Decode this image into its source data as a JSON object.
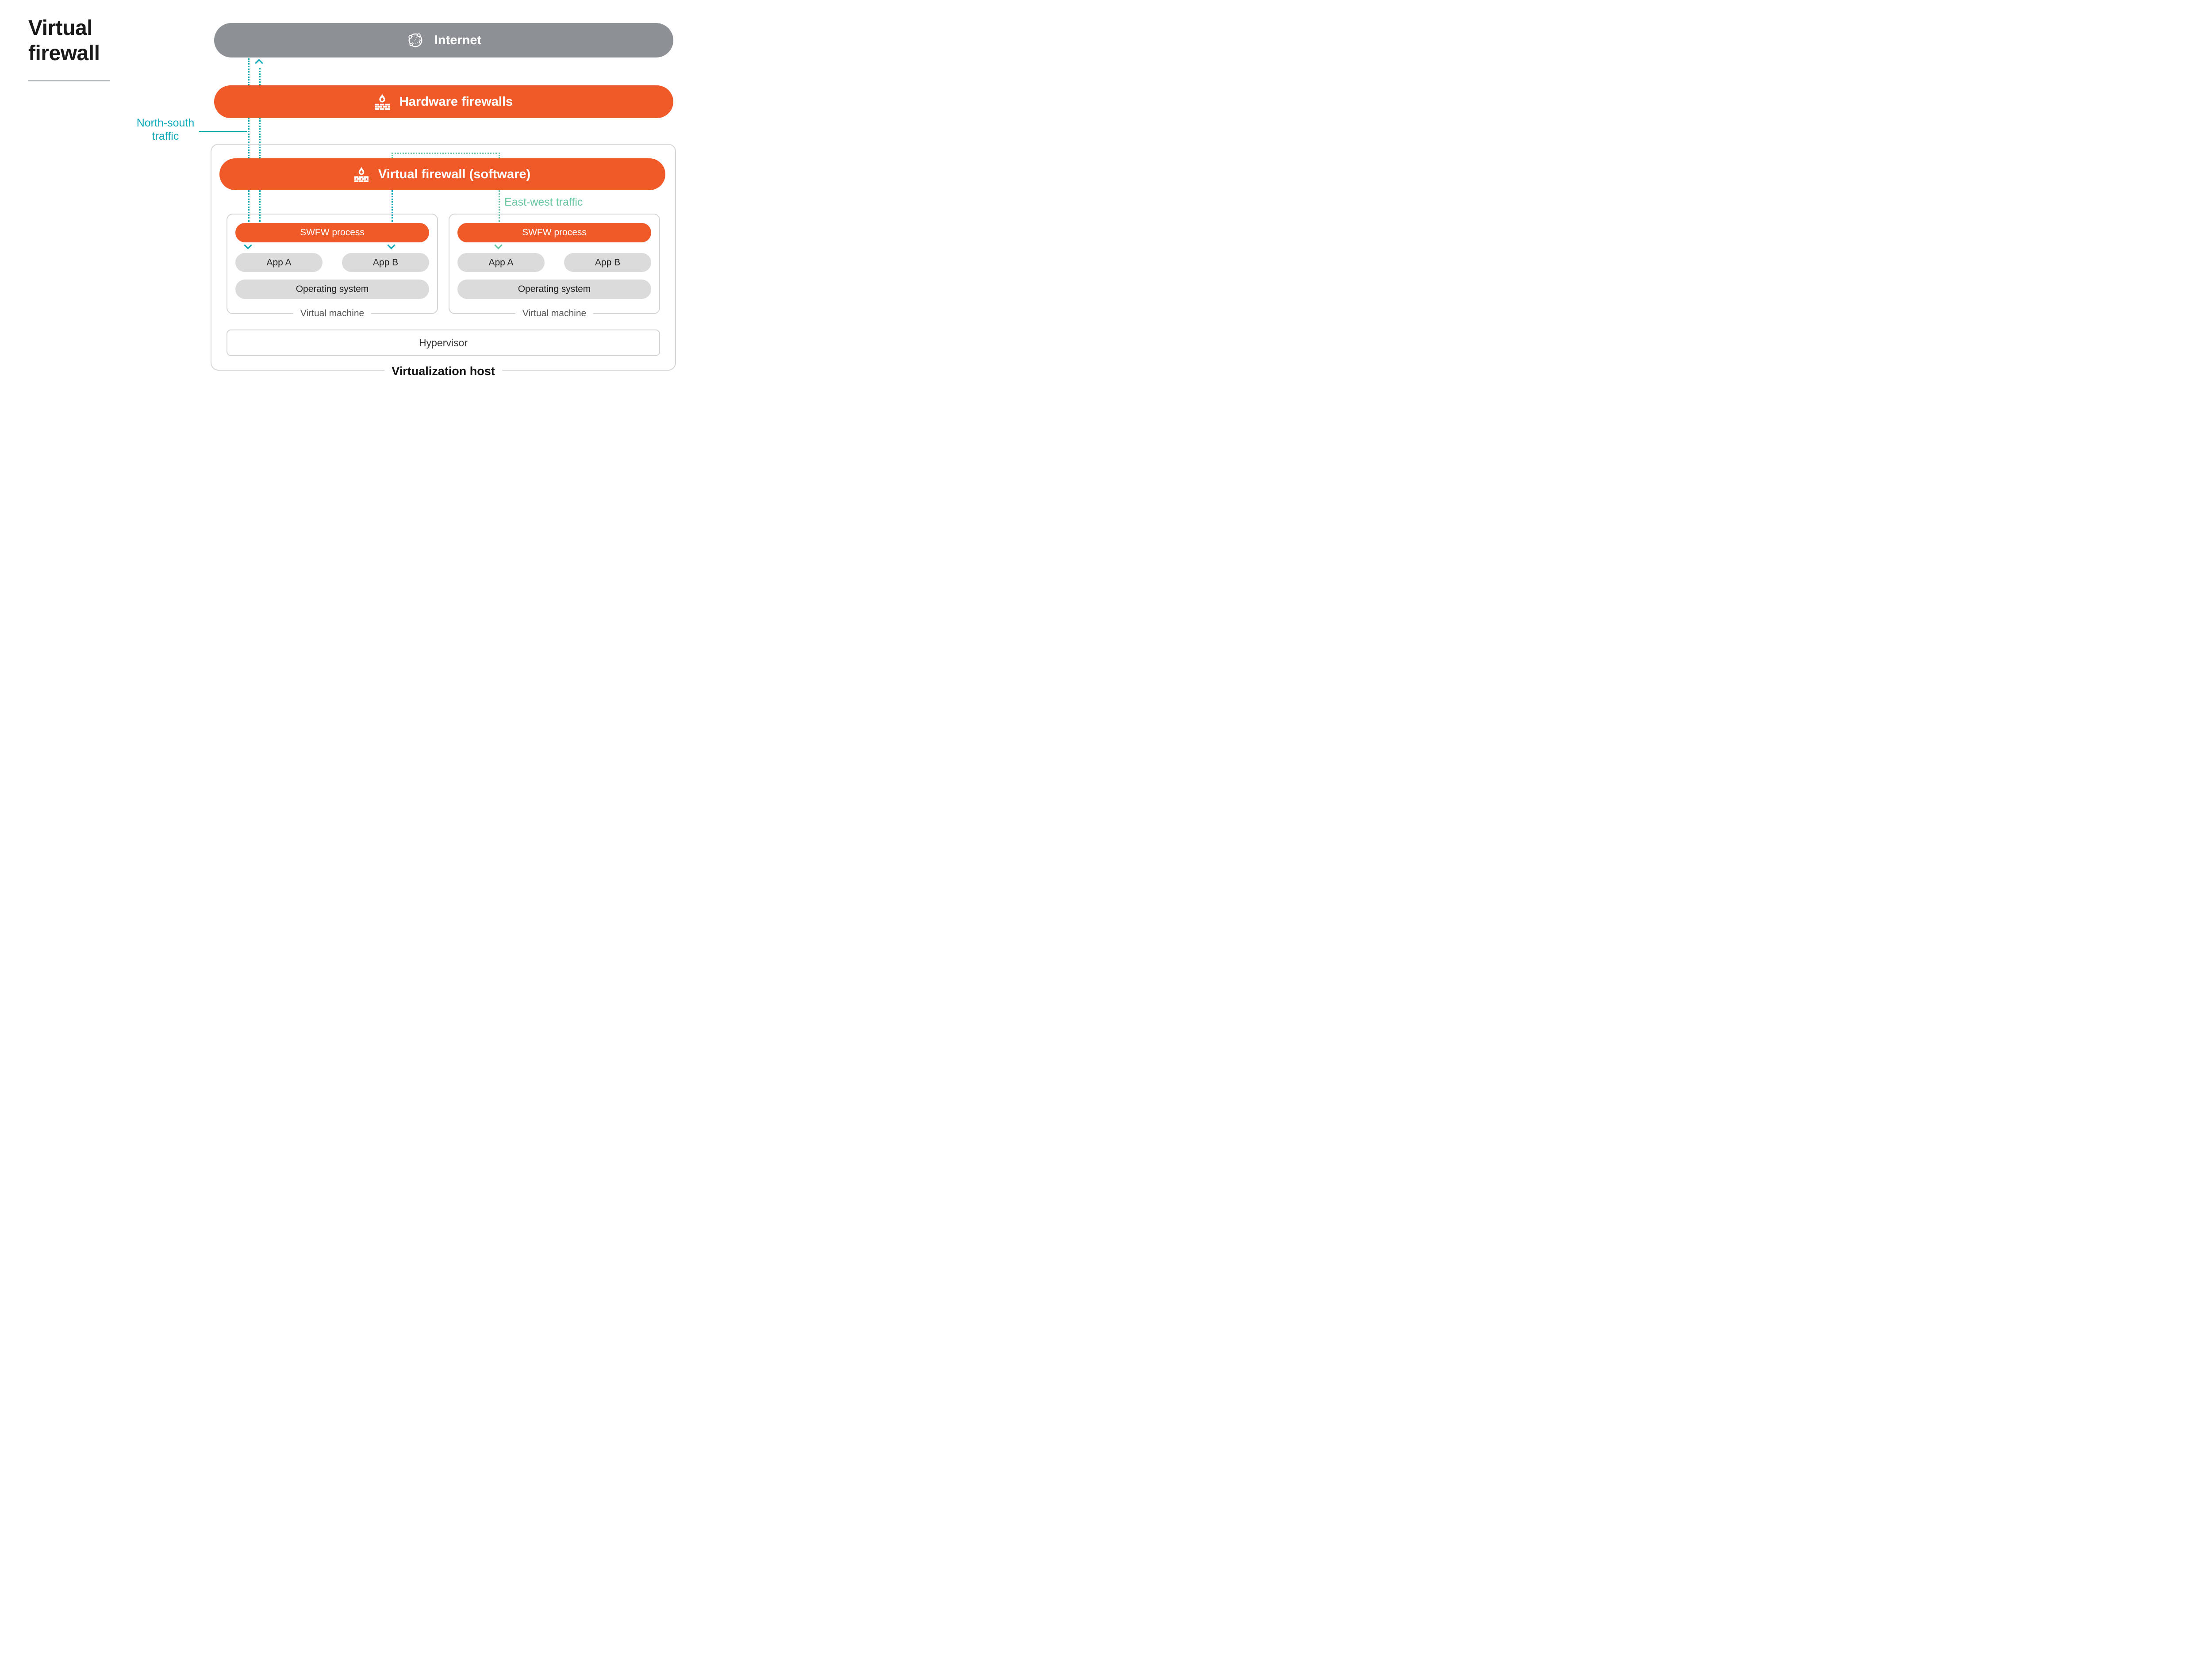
{
  "title": {
    "line1": "Virtual",
    "line2": "firewall"
  },
  "colors": {
    "orange": "#F05A28",
    "gray-bar": "#8D9196",
    "pill-gray": "#DBDBDB",
    "teal": "#0FA8B6",
    "green": "#66C7A0"
  },
  "internet": {
    "label": "Internet",
    "icon": "network-globe-icon"
  },
  "hardware_firewalls": {
    "label": "Hardware firewalls",
    "icon": "firewall-icon"
  },
  "virtual_firewall": {
    "label": "Virtual firewall (software)",
    "icon": "firewall-icon"
  },
  "traffic": {
    "north_south": "North-south traffic",
    "east_west": "East-west traffic"
  },
  "vms": [
    {
      "label": "Virtual machine",
      "process": "SWFW process",
      "apps": [
        "App A",
        "App B"
      ],
      "os": "Operating system"
    },
    {
      "label": "Virtual machine",
      "process": "SWFW process",
      "apps": [
        "App A",
        "App B"
      ],
      "os": "Operating system"
    }
  ],
  "host": {
    "label": "Virtualization host",
    "hypervisor": "Hypervisor"
  },
  "icons": {
    "network-globe-icon": "circle with connected nodes",
    "firewall-icon": "flame over brick wall",
    "up-arrow-icon": "dotted-line arrowhead up",
    "down-arrow-icon": "dotted-line arrowhead down"
  }
}
